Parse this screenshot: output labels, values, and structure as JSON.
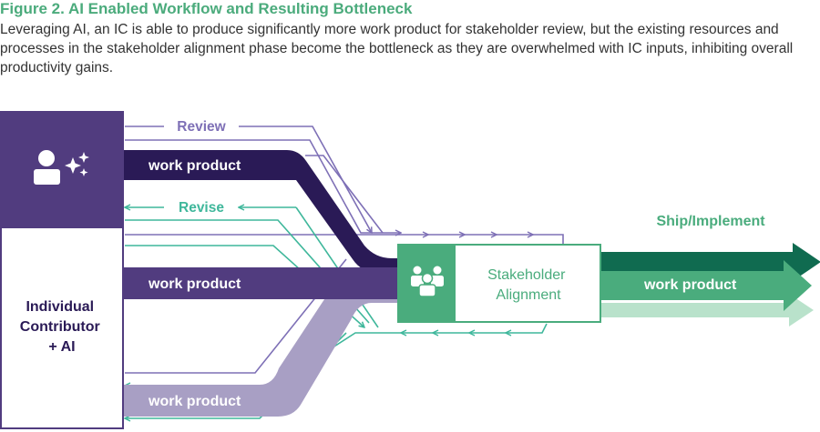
{
  "figure": {
    "title": "Figure 2. AI Enabled Workflow and Resulting Bottleneck",
    "description": "Leveraging AI, an IC is able to produce significantly more work product for stakeholder review, but the existing resources and processes in the stakeholder alignment phase become the bottleneck as they are overwhelmed with IC inputs, inhibiting overall productivity gains."
  },
  "diagram": {
    "contributor_label": [
      "Individual",
      "Contributor",
      "+ AI"
    ],
    "review_label": "Review",
    "revise_label": "Revise",
    "work_product_labels": [
      "work product",
      "work product",
      "work product"
    ],
    "stakeholder_label": [
      "Stakeholder",
      "Alignment"
    ],
    "ship_label": "Ship/Implement",
    "output_label": "work product",
    "icons": {
      "contributor": "person-with-sparkles-icon",
      "stakeholder": "group-icon"
    },
    "colors": {
      "dark_purple": "#2a1a56",
      "purple": "#513c7f",
      "lavender": "#a89fc4",
      "review_line": "#7e70b6",
      "teal_line": "#3fb79b",
      "green": "#4aac7d",
      "dark_green": "#106b50",
      "light_green": "#b9e2cb",
      "title_green": "#4bab7c"
    }
  }
}
